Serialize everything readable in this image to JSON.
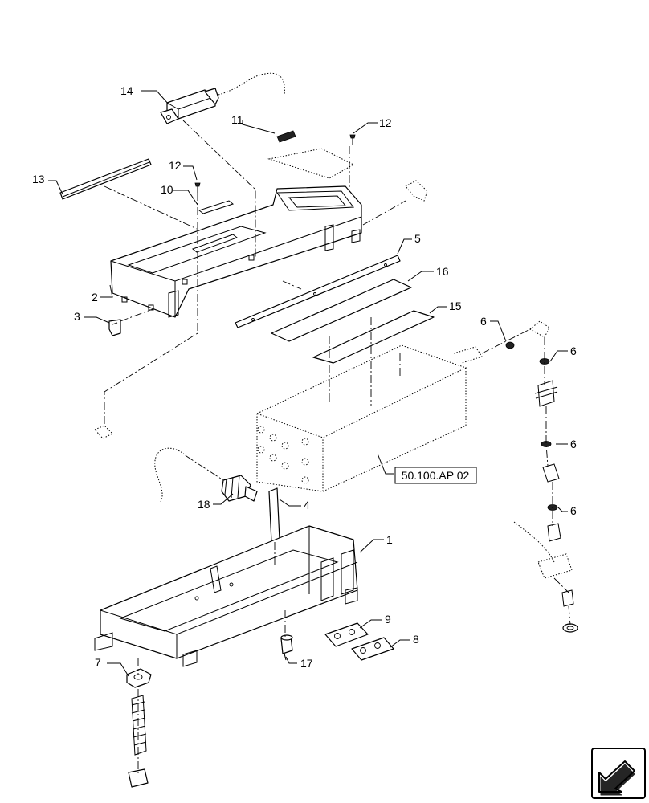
{
  "callouts": {
    "c1": "1",
    "c2": "2",
    "c3": "3",
    "c4": "4",
    "c5": "5",
    "c6a": "6",
    "c6b": "6",
    "c6c": "6",
    "c6d": "6",
    "c7": "7",
    "c8": "8",
    "c9": "9",
    "c10": "10",
    "c11": "11",
    "c12a": "12",
    "c12b": "12",
    "c13": "13",
    "c14": "14",
    "c15": "15",
    "c16": "16",
    "c17": "17",
    "c18": "18"
  },
  "reference": {
    "label": "50.100.AP 02"
  },
  "nav": {
    "icon": "next-page-arrow-icon"
  }
}
